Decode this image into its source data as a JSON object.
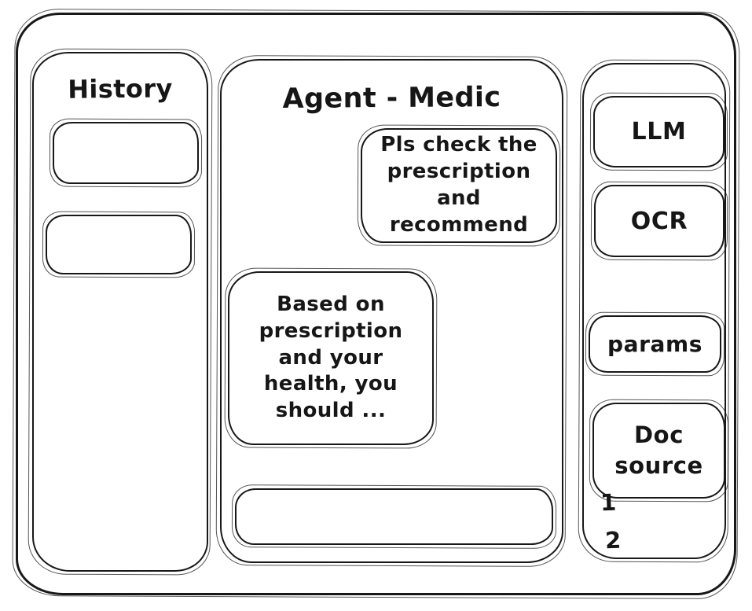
{
  "window": {
    "background_color": "#ffffff",
    "ink_color": "#181818"
  },
  "history": {
    "title": "History",
    "items": [
      {
        "label": ""
      },
      {
        "label": ""
      }
    ]
  },
  "chat": {
    "title": "Agent - Medic",
    "messages": [
      {
        "role": "user",
        "text": "Pls check the prescription and recommend"
      },
      {
        "role": "assistant",
        "text": "Based on prescription and your health, you should ..."
      }
    ],
    "input": {
      "value": "",
      "placeholder": ""
    }
  },
  "tools": {
    "buttons": [
      {
        "label": "LLM"
      },
      {
        "label": "OCR"
      },
      {
        "label": "params"
      },
      {
        "label": "Doc source"
      }
    ],
    "doc_source_items": [
      "1",
      "2"
    ]
  }
}
